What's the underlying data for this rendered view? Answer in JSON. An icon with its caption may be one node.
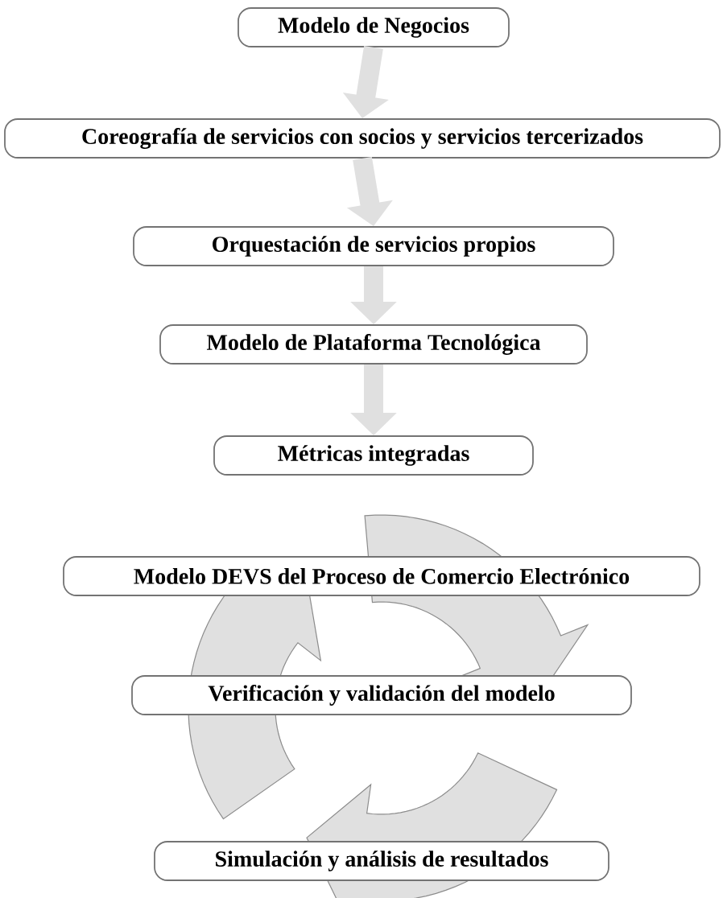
{
  "diagram": {
    "nodes": [
      {
        "text": [
          "Modelo de Negocios"
        ]
      },
      {
        "text": [
          "Coreografía de servicios con socios y servicios tercerizados"
        ]
      },
      {
        "text": [
          "Orquestación de servicios propios"
        ]
      },
      {
        "text": [
          "Modelo de Plataforma Tecnológica"
        ]
      },
      {
        "text": [
          "Métricas integradas"
        ]
      },
      {
        "text": [
          "Modelo DEVS del Proceso de Comercio Electrónico"
        ]
      },
      {
        "text": [
          "Verificación y validación del modelo"
        ]
      },
      {
        "text": [
          "Simulación y análisis de resultados"
        ]
      }
    ],
    "edges": [
      {
        "from": 0,
        "to": 1,
        "arrow": "to"
      },
      {
        "from": 1,
        "to": 2,
        "arrow": "to"
      },
      {
        "from": 2,
        "to": 3,
        "arrow": "to"
      },
      {
        "from": 3,
        "to": 4,
        "arrow": "to"
      }
    ]
  }
}
